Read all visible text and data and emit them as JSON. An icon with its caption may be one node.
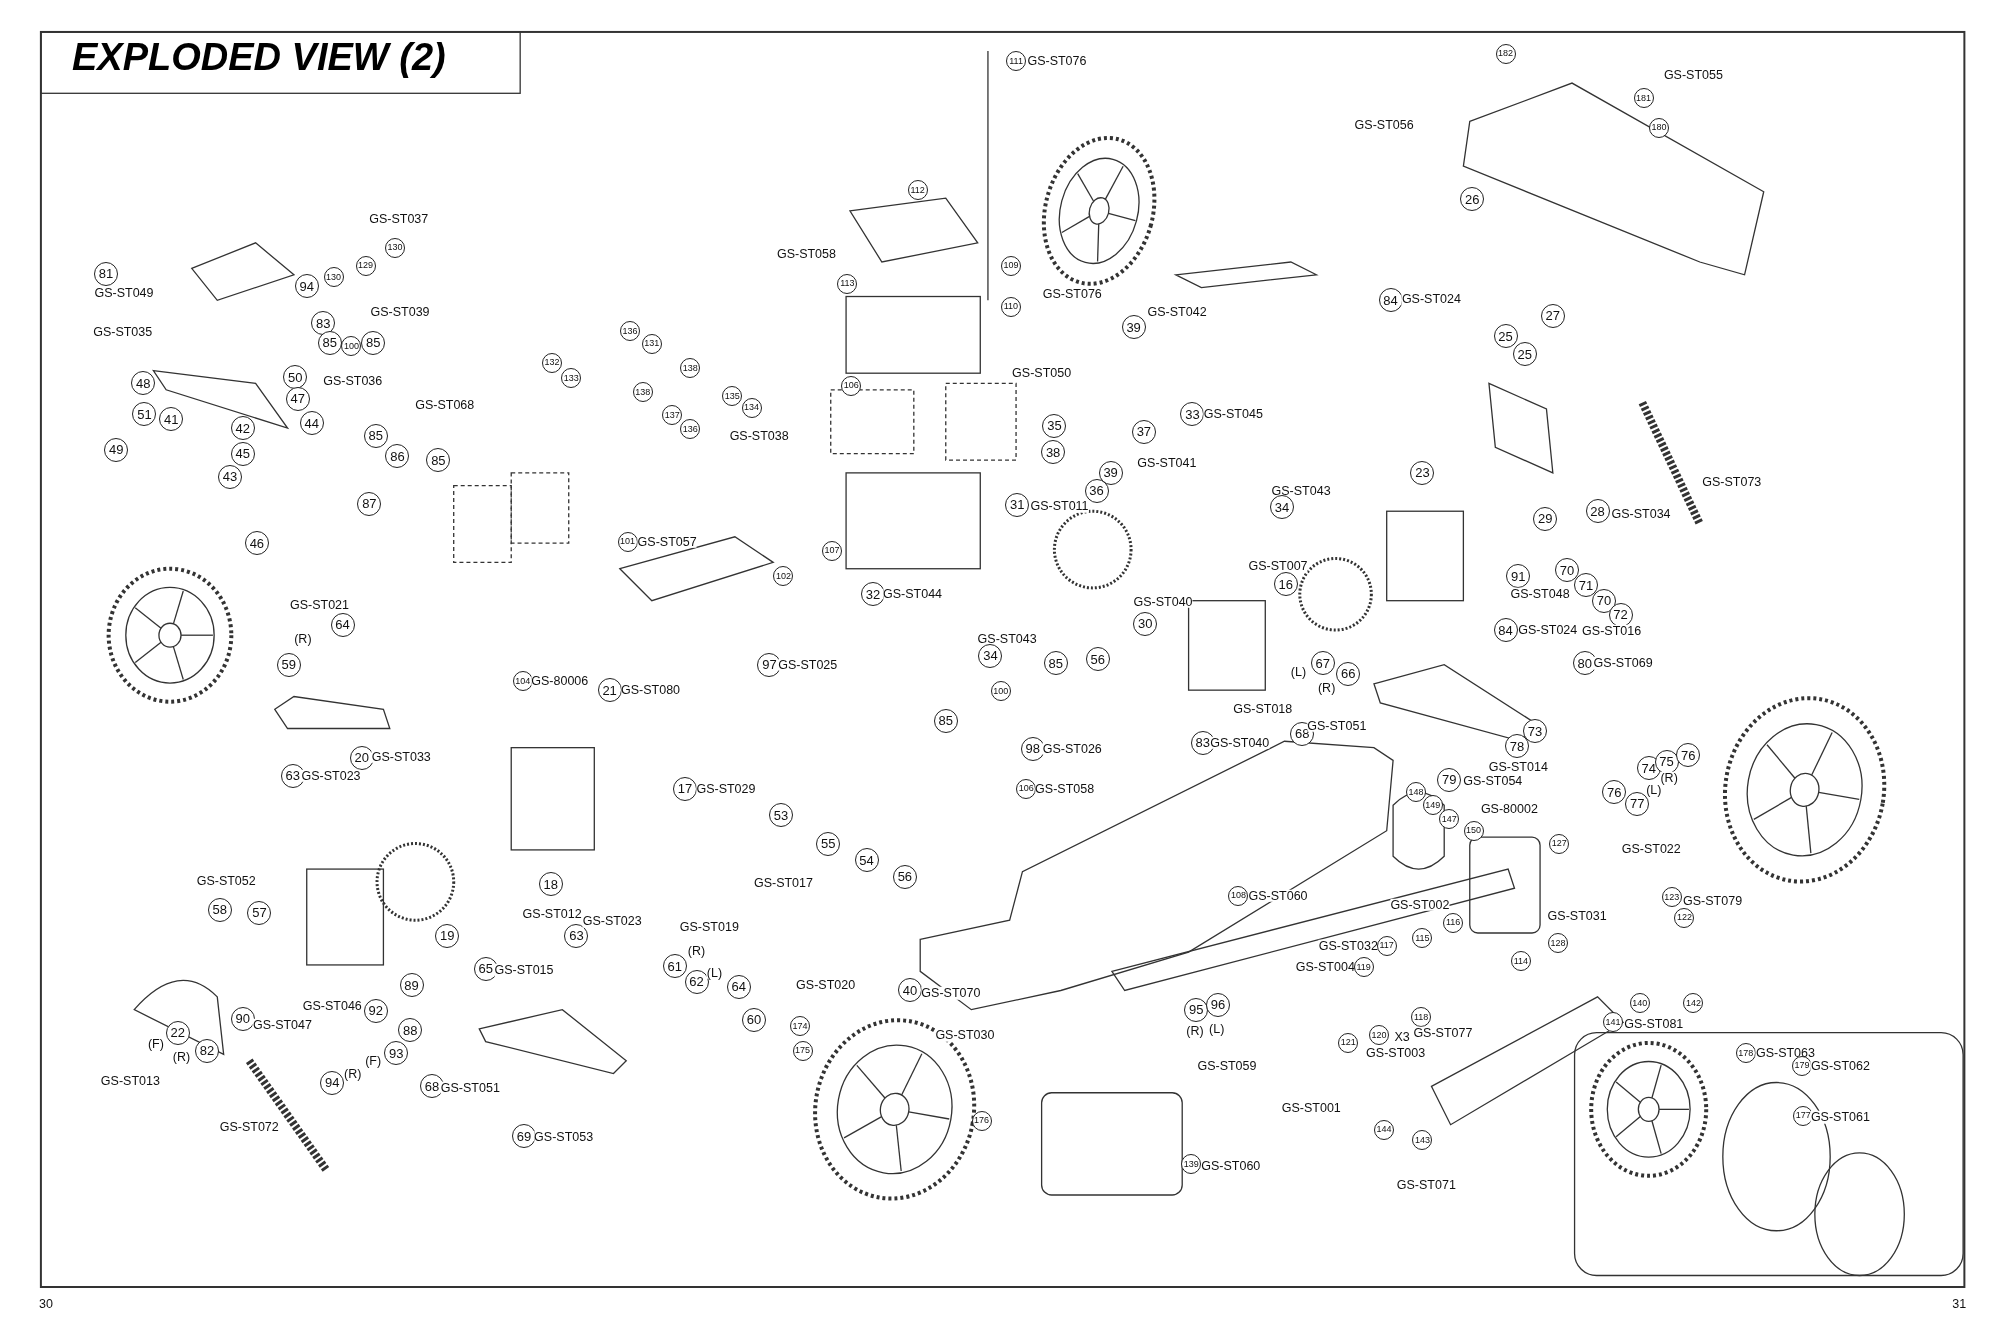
{
  "diagram": {
    "title": "EXPLODED VIEW (2)",
    "labels": [
      "81",
      "GS-ST049",
      "GS-ST037",
      "130",
      "129",
      "130",
      "94",
      "GS-ST035",
      "GS-ST039",
      "83",
      "85",
      "100",
      "85",
      "50",
      "GS-ST036",
      "47",
      "48",
      "51",
      "41",
      "42",
      "44",
      "45",
      "43",
      "49",
      "46",
      "GS-ST068",
      "85",
      "86",
      "85",
      "87",
      "136",
      "131",
      "132",
      "133",
      "138",
      "138",
      "135",
      "137",
      "136",
      "GS-ST038",
      "134",
      "101",
      "GS-ST057",
      "102",
      "111",
      "GS-ST076",
      "112",
      "GS-ST058",
      "113",
      "109",
      "110",
      "GS-ST076",
      "GS-ST042",
      "39",
      "106",
      "GS-ST050",
      "35",
      "38",
      "37",
      "39",
      "GS-ST041",
      "36",
      "107",
      "31",
      "GS-ST011",
      "33",
      "GS-ST045",
      "GS-ST043",
      "34",
      "182",
      "GS-ST055",
      "181",
      "180",
      "GS-ST056",
      "26",
      "84",
      "GS-ST024",
      "27",
      "25",
      "25",
      "23",
      "GS-ST073",
      "28",
      "GS-ST034",
      "29",
      "91",
      "GS-ST048",
      "70",
      "71",
      "70",
      "72",
      "84",
      "GS-ST024",
      "GS-ST016",
      "80",
      "GS-ST069",
      "GS-ST021",
      "64",
      "(R)",
      "59",
      "104",
      "GS-80006",
      "21",
      "GS-ST080",
      "20",
      "GS-ST033",
      "63",
      "GS-ST023",
      "17",
      "GS-ST029",
      "GS-ST052",
      "58",
      "57",
      "18",
      "GS-ST012",
      "63",
      "GS-ST023",
      "19",
      "GS-ST019",
      "61",
      "(R)",
      "62",
      "(L)",
      "64",
      "60",
      "GS-ST020",
      "65",
      "GS-ST015",
      "89",
      "90",
      "GS-ST047",
      "GS-ST046",
      "92",
      "22",
      "(F)",
      "88",
      "(R)",
      "82",
      "93",
      "(F)",
      "GS-ST013",
      "94",
      "(R)",
      "68",
      "GS-ST051",
      "GS-ST072",
      "69",
      "GS-ST053",
      "32",
      "GS-ST044",
      "GS-ST043",
      "34",
      "GS-ST040",
      "30",
      "97",
      "GS-ST025",
      "85",
      "56",
      "100",
      "85",
      "98",
      "GS-ST026",
      "GS-ST007",
      "16",
      "(L)",
      "67",
      "(R)",
      "66",
      "GS-ST018",
      "68",
      "GS-ST051",
      "83",
      "GS-ST040",
      "53",
      "55",
      "54",
      "56",
      "GS-ST017",
      "106",
      "GS-ST058",
      "108",
      "GS-ST060",
      "40",
      "GS-ST070",
      "GS-ST030",
      "174",
      "175",
      "176",
      "73",
      "78",
      "GS-ST014",
      "79",
      "GS-ST054",
      "148",
      "149",
      "147",
      "150",
      "GS-80002",
      "74",
      "75",
      "76",
      "76",
      "(L)",
      "(R)",
      "77",
      "GS-ST022",
      "127",
      "GS-ST002",
      "116",
      "115",
      "GS-ST031",
      "123",
      "GS-ST079",
      "122",
      "128",
      "GS-ST032",
      "117",
      "GS-ST004",
      "119",
      "114",
      "95",
      "96",
      "(R)",
      "(L)",
      "GS-ST059",
      "140",
      "142",
      "141",
      "GS-ST081",
      "121",
      "118",
      "120",
      "X3",
      "GS-ST077",
      "GS-ST003",
      "GS-ST001",
      "144",
      "143",
      "GS-ST071",
      "139",
      "GS-ST060",
      "178",
      "GS-ST063",
      "179",
      "GS-ST062",
      "177",
      "GS-ST061",
      "30",
      "31"
    ]
  }
}
